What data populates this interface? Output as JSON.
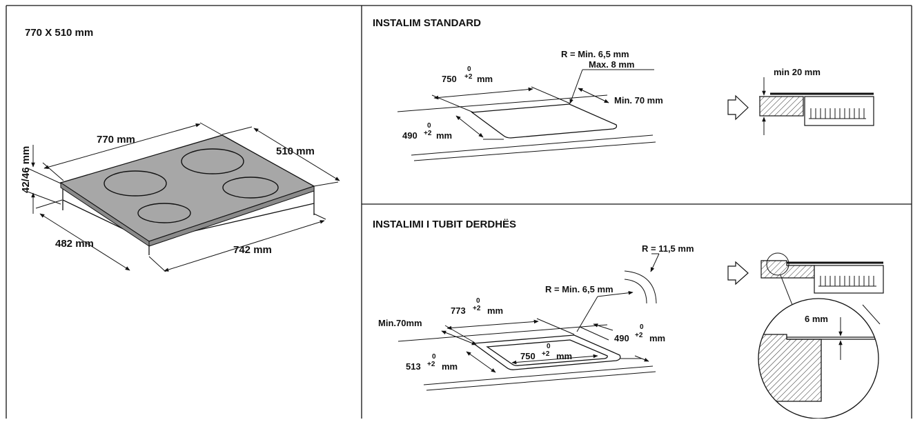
{
  "panels": {
    "hob": {
      "title": "770 X 510 mm",
      "width": "770 mm",
      "depth": "510 mm",
      "height": "42/46 mm",
      "body_depth": "482 mm",
      "body_width": "742 mm"
    },
    "standard": {
      "title": "INSTALIM STANDARD",
      "width_value": "750",
      "width_tol": "+2",
      "width_tol_zero": "0",
      "width_unit": "mm",
      "depth_value": "490",
      "depth_tol": "+2",
      "depth_tol_zero": "0",
      "depth_unit": "mm",
      "radius_min": "R = Min. 6,5 mm",
      "radius_max": "Max. 8 mm",
      "edge_min": "Min. 70 mm",
      "thickness": "min 20 mm"
    },
    "flush": {
      "title": "INSTALIMI I TUBIT DERDHËS",
      "outer_radius": "R = 11,5 mm",
      "inner_radius": "R = Min. 6,5 mm",
      "outer_width_value": "773",
      "outer_width_tol": "+2",
      "outer_width_tol_zero": "0",
      "outer_width_unit": "mm",
      "edge_min": "Min.70mm",
      "inner_depth_value": "490",
      "inner_depth_tol": "+2",
      "inner_depth_tol_zero": "0",
      "inner_depth_unit": "mm",
      "inner_width_value": "750",
      "inner_width_tol": "+2",
      "inner_width_tol_zero": "0",
      "inner_width_unit": "mm",
      "outer_depth_value": "513",
      "outer_depth_tol": "+2",
      "outer_depth_tol_zero": "0",
      "outer_depth_unit": "mm",
      "rebate_depth": "6 mm"
    }
  },
  "colors": {
    "hob_surface": "#a7a7a7",
    "line": "#111111",
    "background": "#ffffff"
  }
}
